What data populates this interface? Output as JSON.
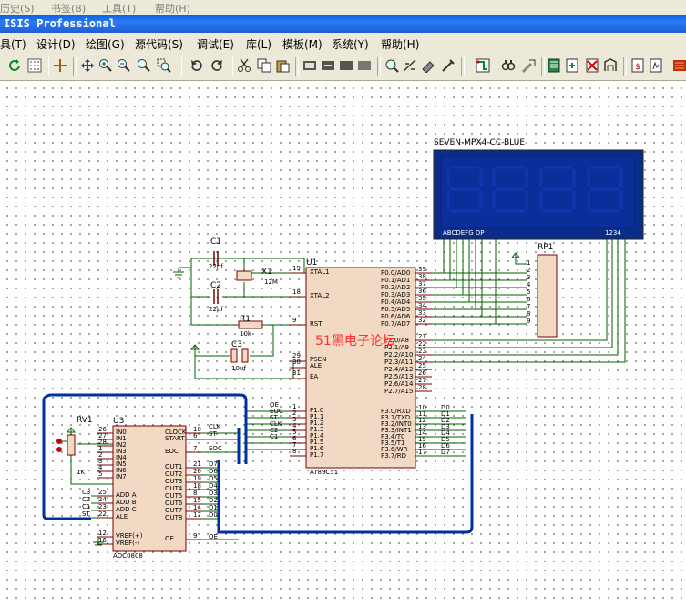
{
  "top_menu": [
    "历史(S)",
    "书签(B)",
    "工具(T)",
    "帮助(H)"
  ],
  "window_title": "ISIS Professional",
  "menu": [
    "具(T)",
    "设计(D)",
    "绘图(G)",
    "源代码(S)",
    "调试(E)",
    "库(L)",
    "模板(M)",
    "系统(Y)",
    "帮助(H)"
  ],
  "watermark": "51黑电子论坛",
  "components": {
    "display": {
      "name": "SEVEN-MPX4-CC-BLUE",
      "seg_pins": "ABCDEFG  DP",
      "digit_pins": "1234"
    },
    "rp1": {
      "ref": "RP1",
      "pins": [
        "1",
        "2",
        "3",
        "4",
        "5",
        "6",
        "7",
        "8",
        "9"
      ]
    },
    "c1": {
      "ref": "C1",
      "value": "22pf"
    },
    "c2": {
      "ref": "C2",
      "value": "22pf"
    },
    "x1": {
      "ref": "X1",
      "value": "12M"
    },
    "r1": {
      "ref": "R1",
      "value": "10k"
    },
    "c3": {
      "ref": "C3",
      "value": "10uf"
    },
    "rv1": {
      "ref": "RV1",
      "value": "1K"
    },
    "u1": {
      "ref": "U1",
      "part": "AT89C51",
      "left_pins": [
        {
          "num": "19",
          "name": "XTAL1"
        },
        {
          "num": "18",
          "name": "XTAL2"
        },
        {
          "num": "9",
          "name": "RST"
        },
        {
          "num": "29",
          "name": "PSEN"
        },
        {
          "num": "30",
          "name": "ALE"
        },
        {
          "num": "31",
          "name": "EA"
        },
        {
          "num": "1",
          "name": "P1.0"
        },
        {
          "num": "2",
          "name": "P1.1"
        },
        {
          "num": "3",
          "name": "P1.2"
        },
        {
          "num": "4",
          "name": "P1.3"
        },
        {
          "num": "5",
          "name": "P1.4"
        },
        {
          "num": "6",
          "name": "P1.5"
        },
        {
          "num": "7",
          "name": "P1.6"
        },
        {
          "num": "8",
          "name": "P1.7"
        }
      ],
      "p0_pins": [
        {
          "num": "39",
          "name": "P0.0/AD0"
        },
        {
          "num": "38",
          "name": "P0.1/AD1"
        },
        {
          "num": "37",
          "name": "P0.2/AD2"
        },
        {
          "num": "36",
          "name": "P0.3/AD3"
        },
        {
          "num": "35",
          "name": "P0.4/AD4"
        },
        {
          "num": "34",
          "name": "P0.5/AD5"
        },
        {
          "num": "33",
          "name": "P0.6/AD6"
        },
        {
          "num": "32",
          "name": "P0.7/AD7"
        }
      ],
      "p2_pins": [
        {
          "num": "21",
          "name": "P2.0/A8"
        },
        {
          "num": "22",
          "name": "P2.1/A9"
        },
        {
          "num": "23",
          "name": "P2.2/A10"
        },
        {
          "num": "24",
          "name": "P2.3/A11"
        },
        {
          "num": "25",
          "name": "P2.4/A12"
        },
        {
          "num": "26",
          "name": "P2.5/A13"
        },
        {
          "num": "27",
          "name": "P2.6/A14"
        },
        {
          "num": "28",
          "name": "P2.7/A15"
        }
      ],
      "p3_pins": [
        {
          "num": "10",
          "name": "P3.0/RXD"
        },
        {
          "num": "11",
          "name": "P3.1/TXD"
        },
        {
          "num": "12",
          "name": "P3.2/INT0"
        },
        {
          "num": "13",
          "name": "P3.3/INT1"
        },
        {
          "num": "14",
          "name": "P3.4/T0"
        },
        {
          "num": "15",
          "name": "P3.5/T1"
        },
        {
          "num": "16",
          "name": "P3.6/WR"
        },
        {
          "num": "17",
          "name": "P3.7/RD"
        }
      ],
      "p3_nets": [
        "D0",
        "D1",
        "D2",
        "D3",
        "D4",
        "D5",
        "D6",
        "D7"
      ],
      "p1_nets": [
        "OE",
        "EOC",
        "ST",
        "CLK",
        "C2",
        "C1"
      ]
    },
    "u3": {
      "ref": "U3",
      "part": "ADC0808",
      "left_pins": [
        {
          "num": "26",
          "name": "IN0"
        },
        {
          "num": "27",
          "name": "IN1"
        },
        {
          "num": "28",
          "name": "IN2"
        },
        {
          "num": "1",
          "name": "IN3"
        },
        {
          "num": "2",
          "name": "IN4"
        },
        {
          "num": "3",
          "name": "IN5"
        },
        {
          "num": "4",
          "name": "IN6"
        },
        {
          "num": "5",
          "name": "IN7"
        },
        {
          "num": "25",
          "name": "ADD A"
        },
        {
          "num": "24",
          "name": "ADD B"
        },
        {
          "num": "23",
          "name": "ADD C"
        },
        {
          "num": "22",
          "name": "ALE"
        },
        {
          "num": "12",
          "name": "VREF(+)"
        },
        {
          "num": "16",
          "name": "VREF(-)"
        }
      ],
      "addr_nets": [
        "C3",
        "C2",
        "C1",
        "ST"
      ],
      "right_pins": [
        {
          "num": "10",
          "name": "CLOCK"
        },
        {
          "num": "6",
          "name": "START"
        },
        {
          "num": "7",
          "name": "EOC"
        },
        {
          "num": "21",
          "name": "OUT1"
        },
        {
          "num": "20",
          "name": "OUT2"
        },
        {
          "num": "19",
          "name": "OUT3"
        },
        {
          "num": "18",
          "name": "OUT4"
        },
        {
          "num": "8",
          "name": "OUT5"
        },
        {
          "num": "15",
          "name": "OUT6"
        },
        {
          "num": "14",
          "name": "OUT7"
        },
        {
          "num": "17",
          "name": "OUT8"
        },
        {
          "num": "9",
          "name": "OE"
        }
      ],
      "right_nets": {
        "clock": "CLK",
        "start": "ST",
        "eoc": "EOC",
        "oe": "OE",
        "outs": [
          "D7",
          "D6",
          "D5",
          "D4",
          "D3",
          "D2",
          "D1",
          "D0"
        ]
      }
    }
  },
  "colors": {
    "title_bar": "#1d5fd6",
    "display_bg": "#0a2d8a",
    "display_seg": "#1535b0",
    "wire": "#006000",
    "bus": "#0030a0",
    "chip_fill": "#f2d9c4",
    "chip_border": "#7a0000",
    "grid_dot": "#555555"
  },
  "toolbar_icons": [
    "refresh-icon",
    "grid-icon",
    "origin-icon",
    "pan-icon",
    "zoom-in-icon",
    "zoom-out-icon",
    "zoom-all-icon",
    "zoom-area-icon",
    "undo-icon",
    "redo-icon",
    "cut-icon",
    "copy-icon",
    "paste-icon",
    "block-copy-icon",
    "block-move-icon",
    "block-rotate-icon",
    "block-delete-icon",
    "pick-device-icon",
    "make-device-icon",
    "packaging-icon",
    "decompose-icon",
    "wire-autoroute-icon",
    "search-icon",
    "property-icon",
    "bill-icon",
    "new-sheet-icon",
    "delete-sheet-icon",
    "netlist-icon",
    "bom-icon",
    "erc-icon",
    "pcb-icon"
  ]
}
